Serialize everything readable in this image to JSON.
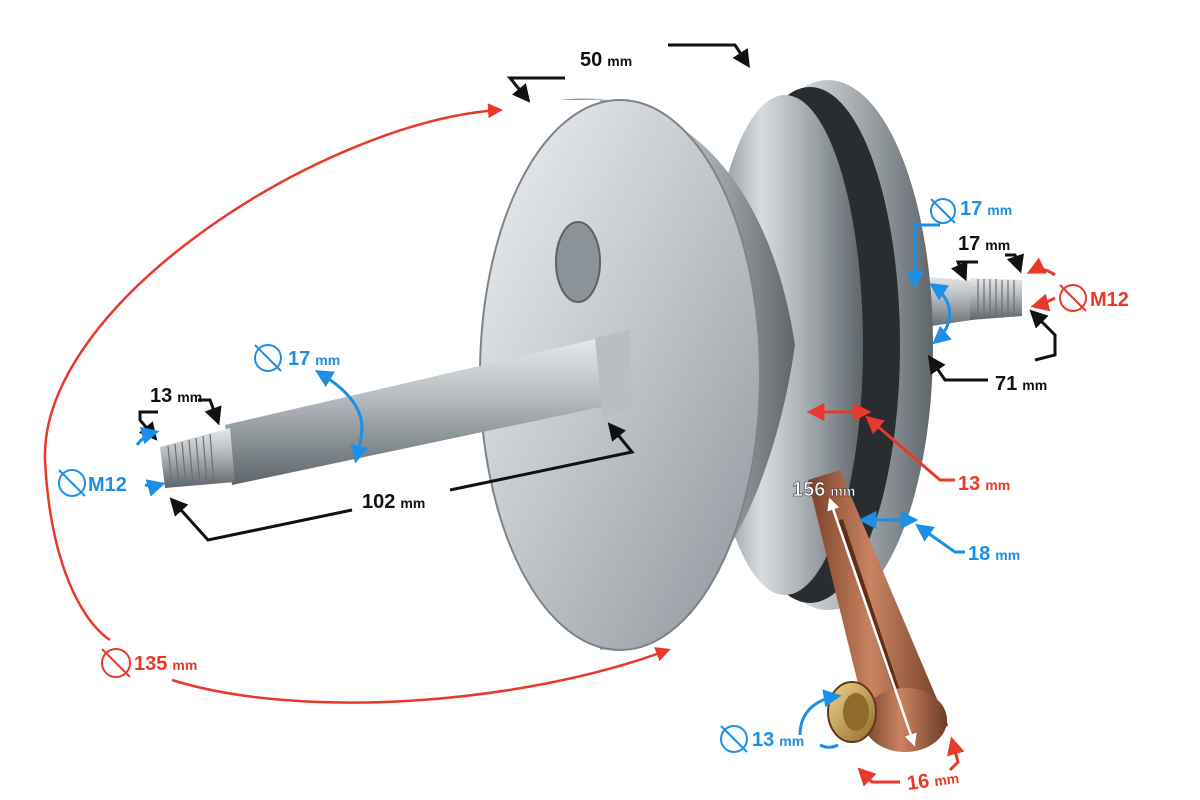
{
  "colors": {
    "black_dim": "#111111",
    "blue_dim": "#1e8fe6",
    "red_dim": "#e8392a",
    "steel_light": "#d9dde0",
    "steel_mid": "#a9afb4",
    "steel_dark": "#6f767c",
    "rod_copper": "#a8674a",
    "rod_dark": "#6e3a24",
    "bushing": "#c9a35a"
  },
  "dimensions": {
    "width_50": {
      "value": "50",
      "unit": "mm"
    },
    "shaft_right_diameter": {
      "value": "17",
      "unit": "mm"
    },
    "shaft_right_taper_length": {
      "value": "17",
      "unit": "mm"
    },
    "thread_right": {
      "value": "M12"
    },
    "shaft_right_length": {
      "value": "71",
      "unit": "mm"
    },
    "shaft_left_diameter": {
      "value": "17",
      "unit": "mm"
    },
    "thread_left_length": {
      "value": "13",
      "unit": "mm"
    },
    "thread_left": {
      "value": "M12"
    },
    "shaft_left_length": {
      "value": "102",
      "unit": "mm"
    },
    "web_thickness": {
      "value": "13",
      "unit": "mm"
    },
    "rod_length": {
      "value": "156",
      "unit": "mm"
    },
    "web_gap": {
      "value": "18",
      "unit": "mm"
    },
    "flywheel_diameter": {
      "value": "135",
      "unit": "mm"
    },
    "small_end_bore": {
      "value": "13",
      "unit": "mm"
    },
    "small_end_width": {
      "value": "16",
      "unit": "mm"
    }
  },
  "icons": [
    "diameter-symbol-icon"
  ]
}
